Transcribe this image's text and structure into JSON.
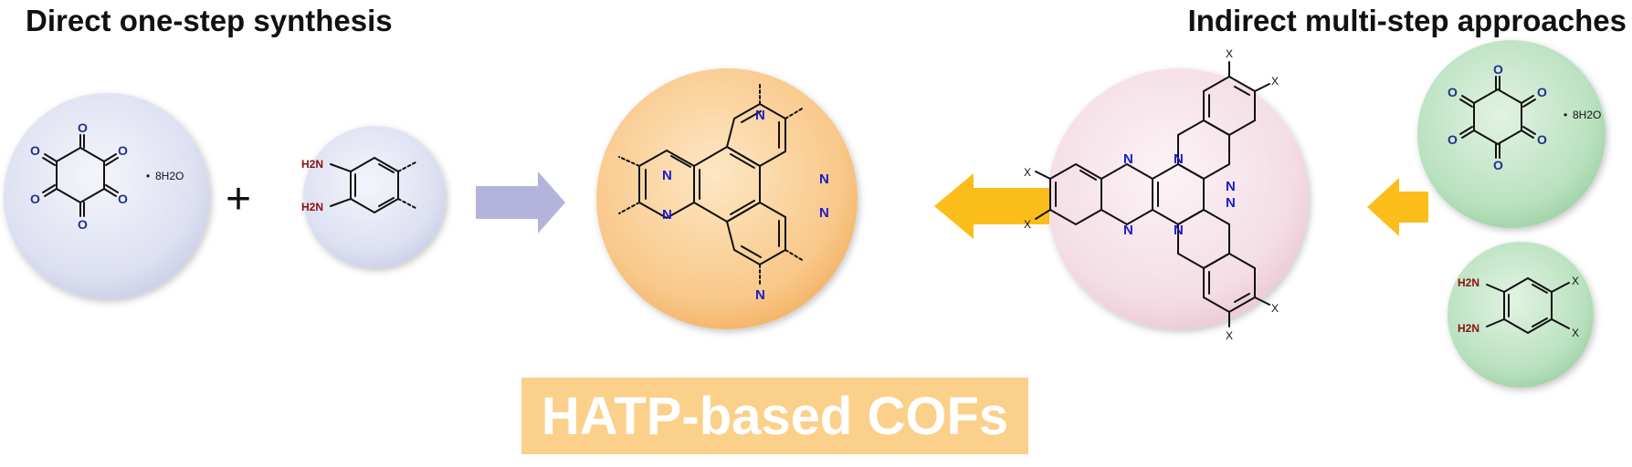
{
  "headings": {
    "left": "Direct one-step synthesis",
    "right": "Indirect multi-step approaches"
  },
  "banner": "HATP-based COFs",
  "operators": {
    "plus": "+"
  },
  "atoms": {
    "oxygen": "O",
    "nitrogen": "N",
    "amine": "H2N",
    "substituent": "X"
  },
  "hydrate": {
    "bullet": "•",
    "label": "8H2O"
  },
  "colors": {
    "lavender_circle": "#dfe2f2",
    "peach_circle": "#f9c98a",
    "pink_circle": "#f5dde6",
    "green_circle": "#b9e1be",
    "purple_arrow": "#b4b3dc",
    "orange_arrow": "#fbbd1a",
    "banner": "#fbd08a",
    "oxygen": "#1f2f8f",
    "nitrogen": "#1a1ad0",
    "amine": "#8b1010"
  }
}
